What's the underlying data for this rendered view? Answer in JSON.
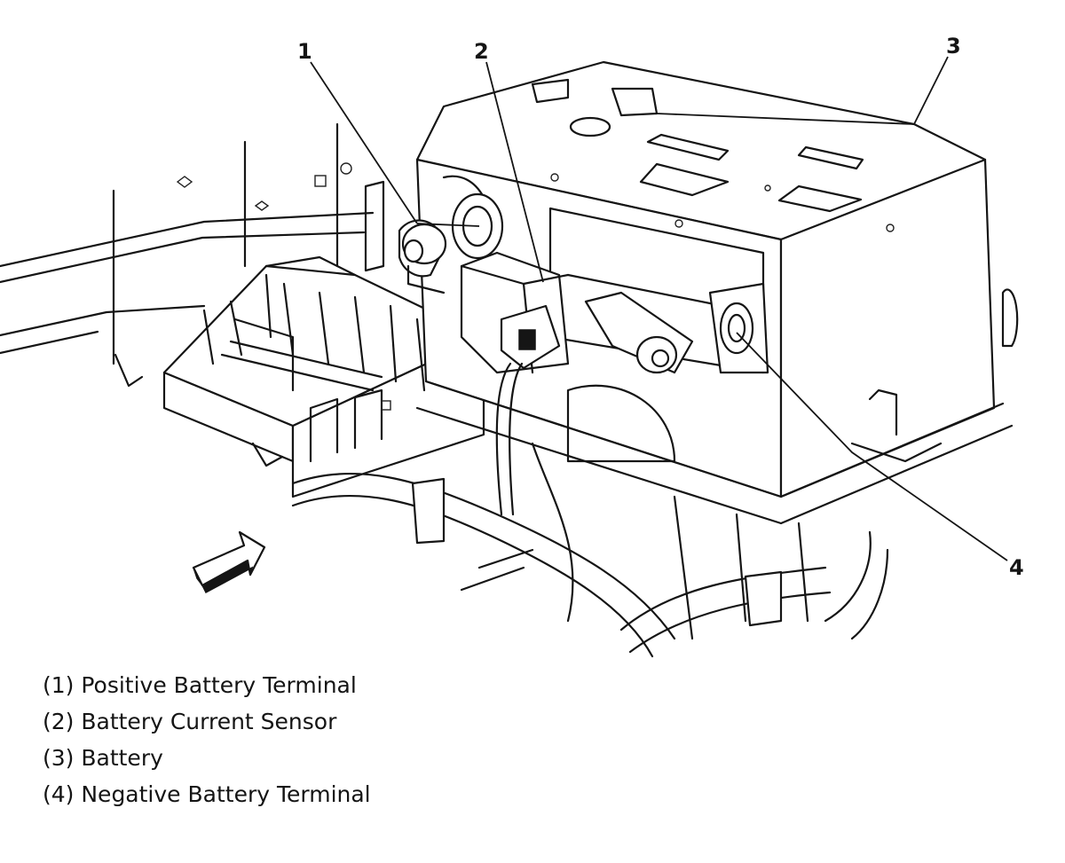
{
  "callouts": [
    {
      "number": "1"
    },
    {
      "number": "2"
    },
    {
      "number": "3"
    },
    {
      "number": "4"
    }
  ],
  "legend": [
    {
      "text": "(1) Positive Battery Terminal"
    },
    {
      "text": "(2) Battery Current Sensor"
    },
    {
      "text": "(3) Battery"
    },
    {
      "text": "(4) Negative Battery Terminal"
    }
  ],
  "icons": {
    "direction_arrow": "view-direction-arrow-icon"
  }
}
